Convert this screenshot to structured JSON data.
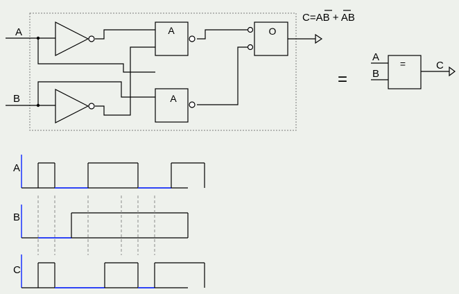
{
  "circuit": {
    "input_a": "A",
    "input_b": "B",
    "and_gate_1": "A",
    "and_gate_2": "A",
    "or_gate": "O",
    "formula": {
      "prefix": "C=A",
      "b_bar": "B",
      "plus": " + ",
      "a_bar": "A",
      "suffix": "B"
    }
  },
  "equals_sign": "=",
  "xor_symbol": {
    "input_a": "A",
    "input_b": "B",
    "gate_label": "=",
    "output": "C"
  },
  "timing": {
    "labels": [
      "A",
      "B",
      "C"
    ],
    "signals": {
      "A": [
        [
          0,
          1
        ],
        [
          1,
          0
        ],
        [
          3,
          1
        ],
        [
          4,
          1
        ],
        [
          5,
          1
        ],
        [
          6,
          0
        ],
        [
          8,
          1
        ],
        [
          9,
          1
        ],
        [
          10,
          0
        ]
      ],
      "B": [
        [
          0,
          0
        ],
        [
          2,
          1
        ],
        [
          3,
          1
        ],
        [
          4,
          1
        ],
        [
          5,
          1
        ],
        [
          6,
          1
        ],
        [
          7,
          1
        ],
        [
          8,
          1
        ],
        [
          9,
          0
        ]
      ],
      "C": [
        [
          0,
          1
        ],
        [
          1,
          0
        ],
        [
          4,
          1
        ],
        [
          5,
          1
        ],
        [
          6,
          0
        ],
        [
          7,
          1
        ],
        [
          8,
          1
        ],
        [
          9,
          1
        ],
        [
          10,
          0
        ]
      ]
    }
  },
  "colors": {
    "background": "#eef1ec",
    "line": "#000000",
    "baseline_low": "#1a33ff",
    "dotted_frame": "#7a7a7a"
  }
}
